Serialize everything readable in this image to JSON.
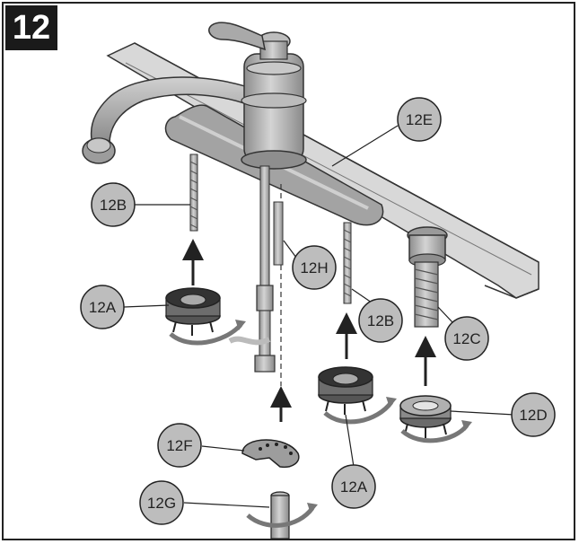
{
  "step": {
    "number": "12"
  },
  "callouts": {
    "c12E": "12E",
    "c12B_left": "12B",
    "c12H": "12H",
    "c12A_left": "12A",
    "c12B_right": "12B",
    "c12C": "12C",
    "c12D": "12D",
    "c12F": "12F",
    "c12A_right": "12A",
    "c12G": "12G"
  },
  "colors": {
    "part_fill": "#b5b5b5",
    "part_dark": "#555555",
    "callout_fill": "#bdbdbd",
    "outline": "#222222",
    "background": "#ffffff"
  }
}
